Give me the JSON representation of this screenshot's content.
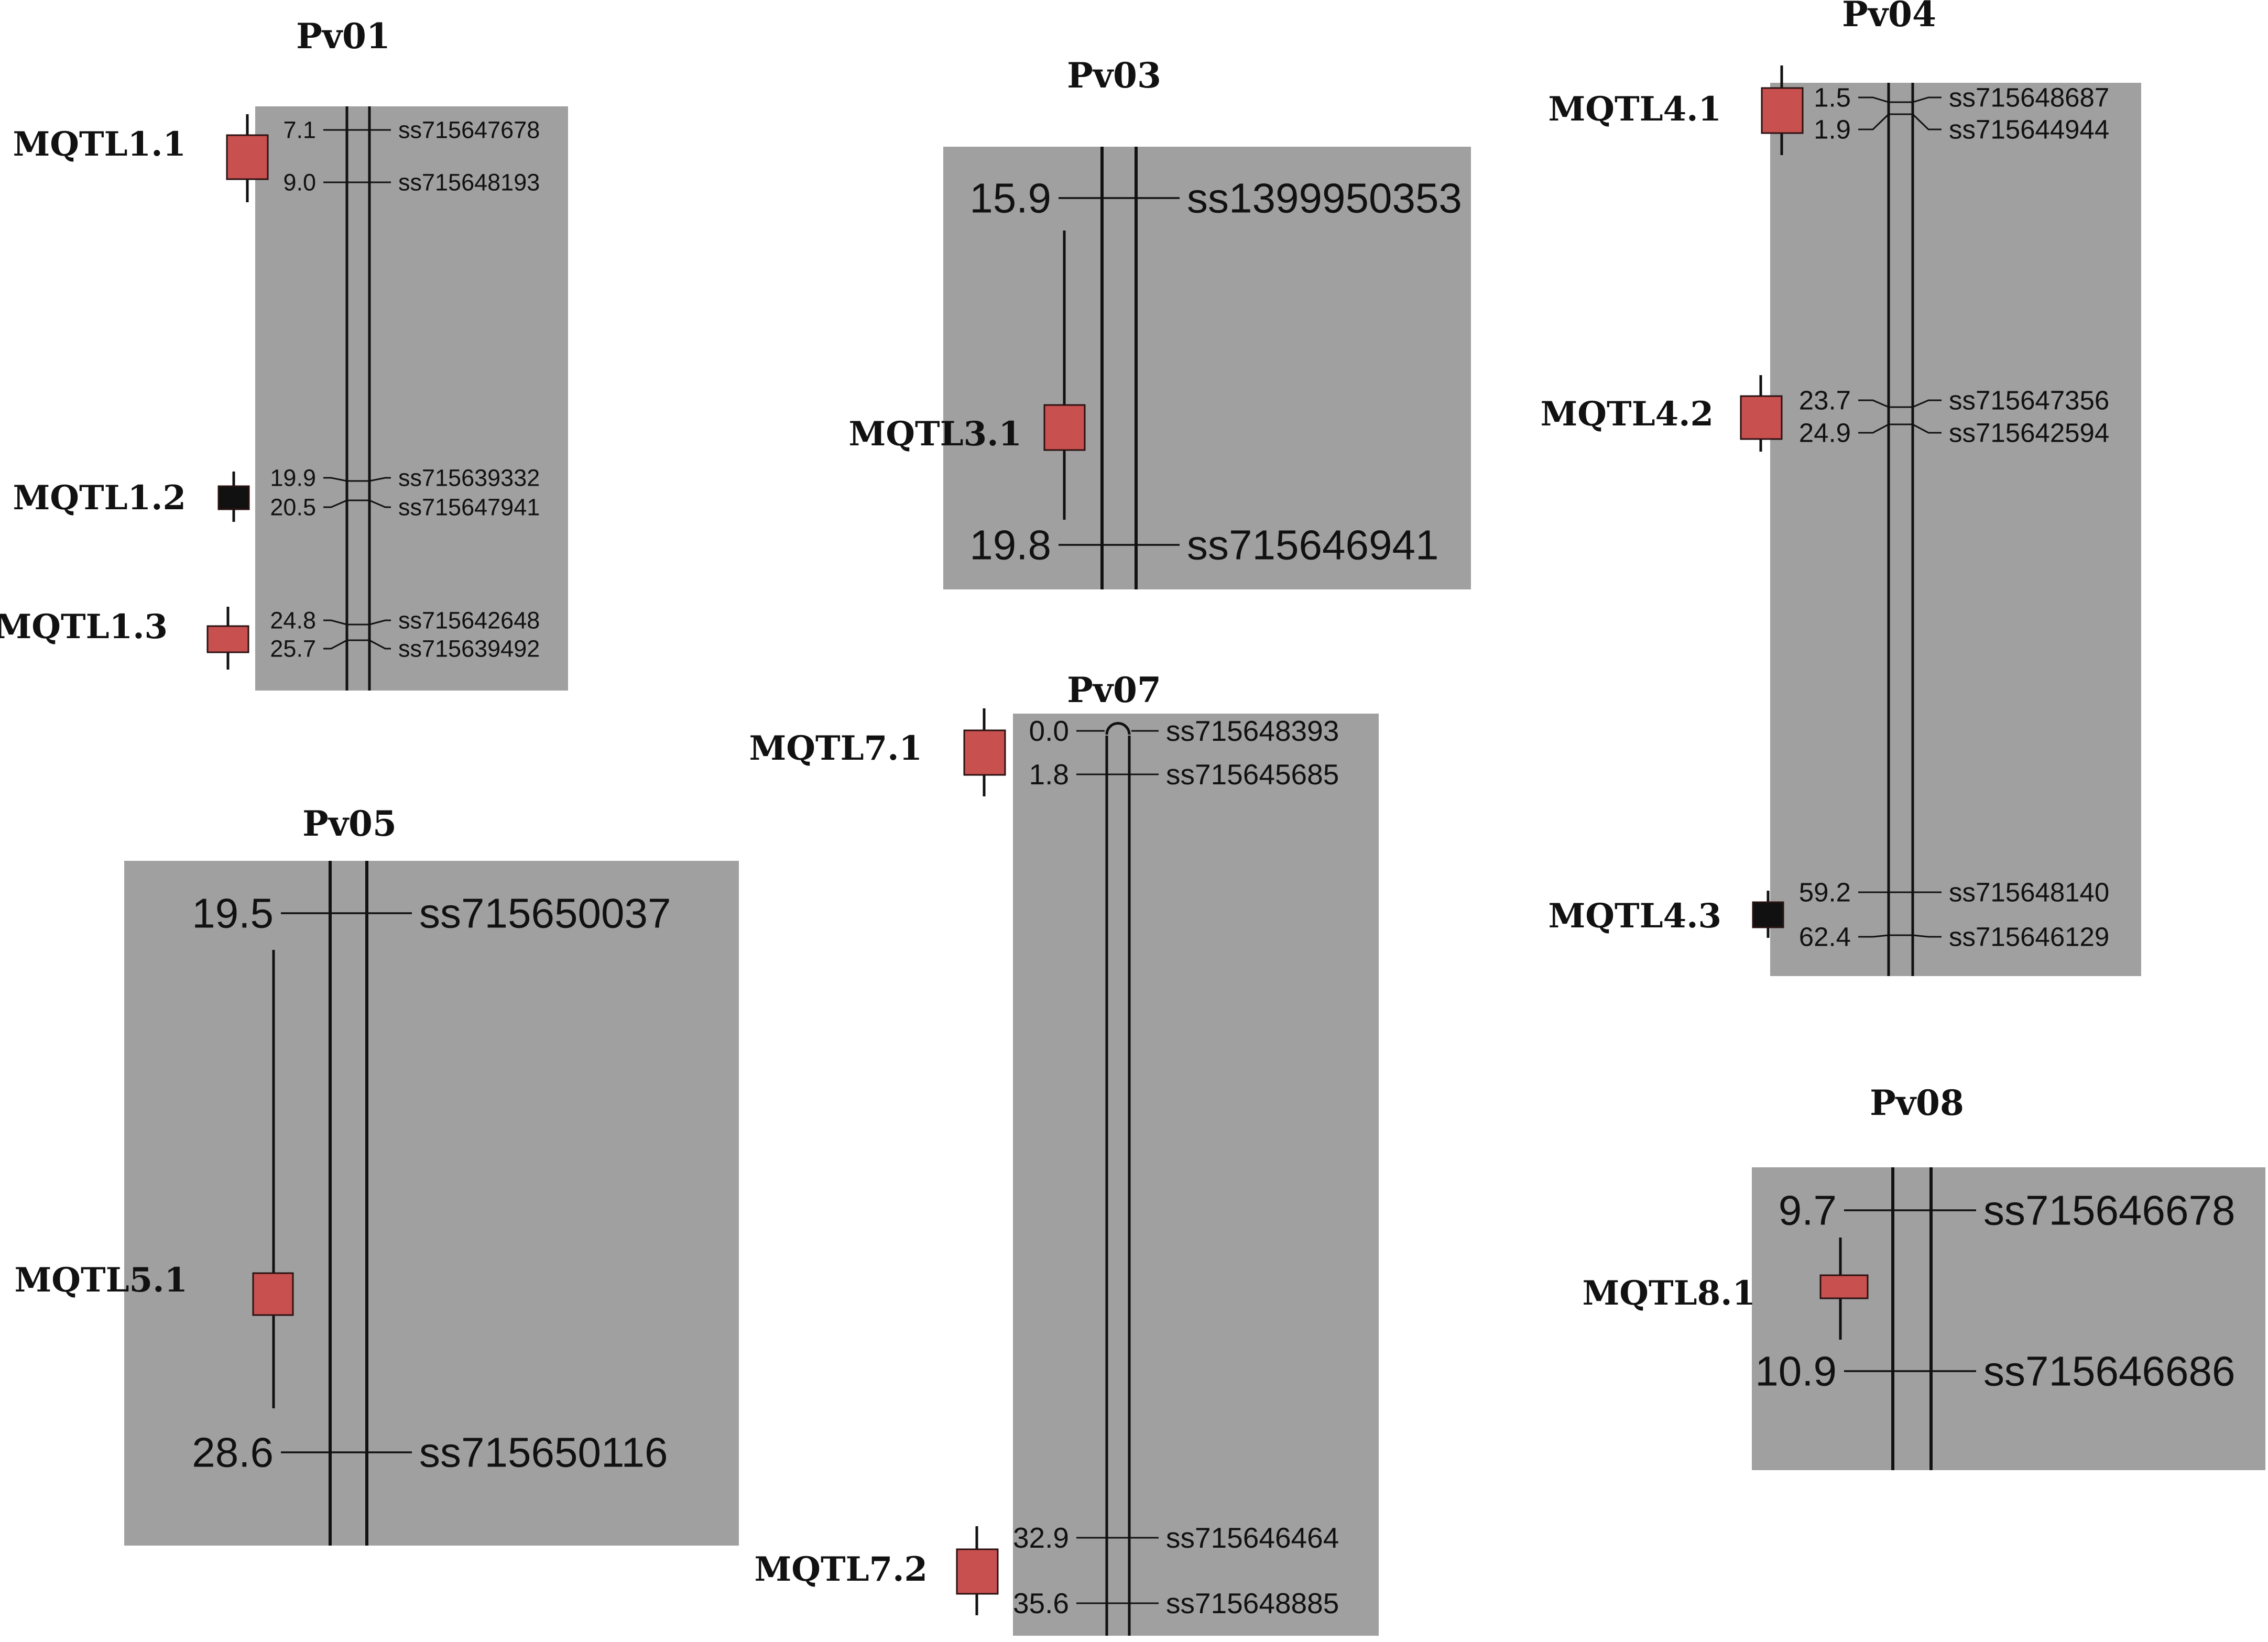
{
  "colors": {
    "panel": "#a0a0a0",
    "line": "#111111",
    "mqtl_red": "#c8504f",
    "mqtl_black": "#111111"
  },
  "chromosomes": [
    {
      "title": "Pv01",
      "markers": [
        {
          "pos": "7.1",
          "name": "ss715647678"
        },
        {
          "pos": "9.0",
          "name": "ss715648193"
        },
        {
          "pos": "19.9",
          "name": "ss715639332"
        },
        {
          "pos": "20.5",
          "name": "ss715647941"
        },
        {
          "pos": "24.8",
          "name": "ss715642648"
        },
        {
          "pos": "25.7",
          "name": "ss715639492"
        }
      ],
      "mqtls": [
        {
          "label": "MQTL1.1",
          "color": "red"
        },
        {
          "label": "MQTL1.2",
          "color": "black"
        },
        {
          "label": "MQTL1.3",
          "color": "red"
        }
      ]
    },
    {
      "title": "Pv03",
      "markers": [
        {
          "pos": "15.9",
          "name": "ss1399950353"
        },
        {
          "pos": "19.8",
          "name": "ss715646941"
        }
      ],
      "mqtls": [
        {
          "label": "MQTL3.1",
          "color": "red"
        }
      ]
    },
    {
      "title": "Pv04",
      "markers": [
        {
          "pos": "1.5",
          "name": "ss715648687"
        },
        {
          "pos": "1.9",
          "name": "ss715644944"
        },
        {
          "pos": "23.7",
          "name": "ss715647356"
        },
        {
          "pos": "24.9",
          "name": "ss715642594"
        },
        {
          "pos": "59.2",
          "name": "ss715648140"
        },
        {
          "pos": "62.4",
          "name": "ss715646129"
        }
      ],
      "mqtls": [
        {
          "label": "MQTL4.1",
          "color": "red"
        },
        {
          "label": "MQTL4.2",
          "color": "red"
        },
        {
          "label": "MQTL4.3",
          "color": "black"
        }
      ]
    },
    {
      "title": "Pv05",
      "markers": [
        {
          "pos": "19.5",
          "name": "ss715650037"
        },
        {
          "pos": "28.6",
          "name": "ss715650116"
        }
      ],
      "mqtls": [
        {
          "label": "MQTL5.1",
          "color": "red"
        }
      ]
    },
    {
      "title": "Pv07",
      "markers": [
        {
          "pos": "0.0",
          "name": "ss715648393"
        },
        {
          "pos": "1.8",
          "name": "ss715645685"
        },
        {
          "pos": "32.9",
          "name": "ss715646464"
        },
        {
          "pos": "35.6",
          "name": "ss715648885"
        }
      ],
      "mqtls": [
        {
          "label": "MQTL7.1",
          "color": "red"
        },
        {
          "label": "MQTL7.2",
          "color": "red"
        }
      ]
    },
    {
      "title": "Pv08",
      "markers": [
        {
          "pos": "9.7",
          "name": "ss715646678"
        },
        {
          "pos": "10.9",
          "name": "ss715646686"
        }
      ],
      "mqtls": [
        {
          "label": "MQTL8.1",
          "color": "red"
        }
      ]
    }
  ]
}
